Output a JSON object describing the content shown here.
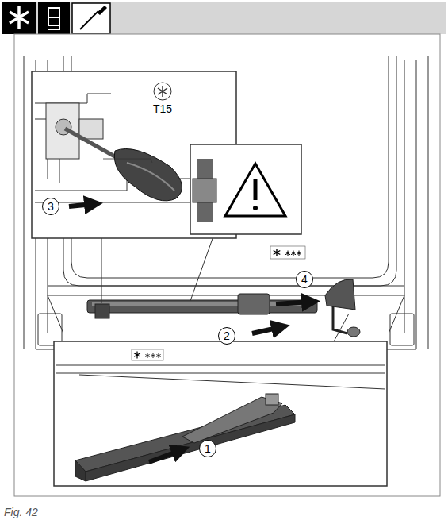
{
  "diagram": {
    "caption": "Fig. 42",
    "labels": [
      "T15",
      "3",
      "4",
      "2",
      "1"
    ]
  }
}
